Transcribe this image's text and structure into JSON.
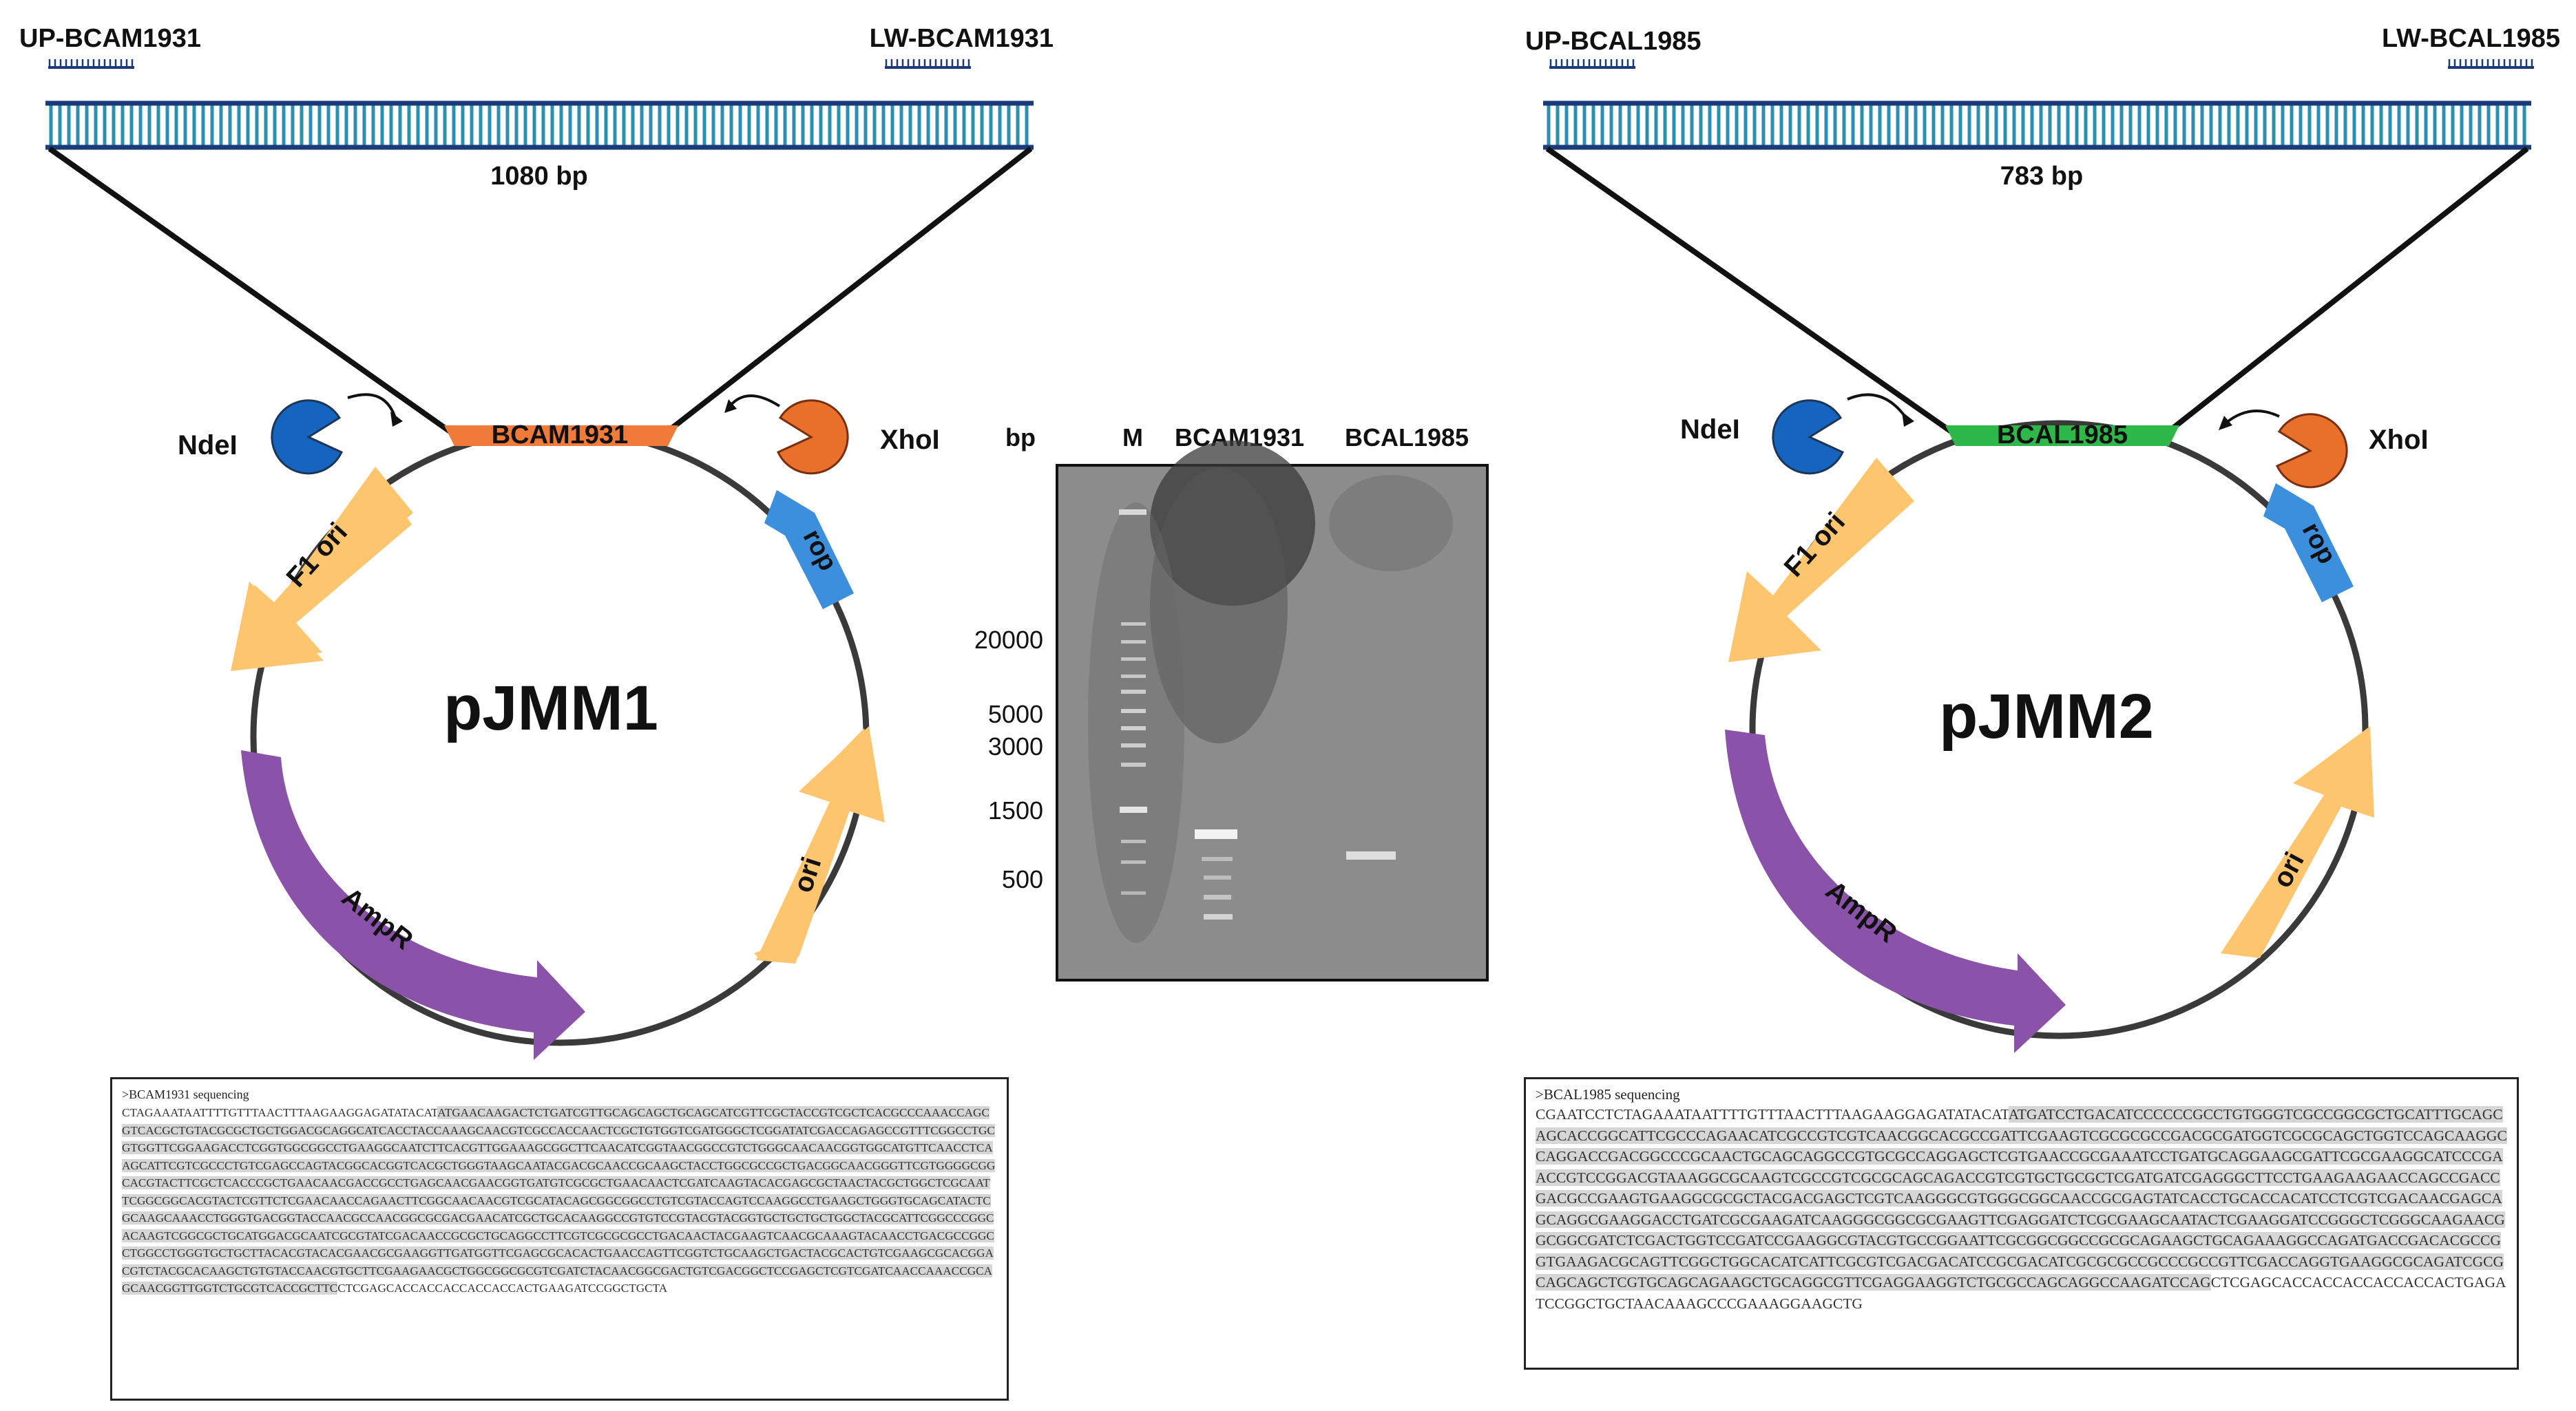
{
  "colors": {
    "dna_strand": "#1a3a7a",
    "dna_rungs": "#2a8fb0",
    "backbone": "#3a3a3a",
    "bcam_insert": "#f07a3a",
    "bcal_insert": "#2fb84a",
    "rop": "#3b8fdc",
    "f1_ori": "#fdc66e",
    "ori": "#fdc66e",
    "ampr": "#8a52a8",
    "ndei_enzyme": "#1565c0",
    "xhoi_enzyme": "#e8702a",
    "gel_background": "#8c8c8c"
  },
  "icons": {
    "ndei": "pacman-enzyme-icon",
    "xhoi": "pacman-enzyme-icon",
    "primer": "primer-icon"
  },
  "left_construct": {
    "primer_up": "UP-BCAM1931",
    "primer_lw": "LW-BCAM1931",
    "amplicon_size": "1080 bp",
    "insert": "BCAM1931",
    "enzyme_left": "NdeI",
    "enzyme_right": "XhoI",
    "plasmid_name": "pJMM1",
    "features": {
      "f1_ori": "F1 ori",
      "rop": "rop",
      "ori": "ori",
      "ampr": "AmpR"
    }
  },
  "right_construct": {
    "primer_up": "UP-BCAL1985",
    "primer_lw": "LW-BCAL1985",
    "amplicon_size": "783 bp",
    "insert": "BCAL1985",
    "enzyme_left": "NdeI",
    "enzyme_right": "XhoI",
    "plasmid_name": "pJMM2",
    "features": {
      "f1_ori": "F1 ori",
      "rop": "rop",
      "ori": "ori",
      "ampr": "AmpR"
    }
  },
  "gel": {
    "size_unit": "bp",
    "lanes": [
      "M",
      "BCAM1931",
      "BCAL1985"
    ],
    "ladder_labels": [
      "20000",
      "5000",
      "3000",
      "1500",
      "500"
    ]
  },
  "seq1": {
    "header": ">BCAM1931 sequencing",
    "pre": "CTAGAAATAATTTTGTTTAACTTTAAGAAGGAGATATACAT",
    "highlight": "ATGAACAAGACTCTGATCGTTGCAGCAGCTGCAGCATCGTTCGCTACCGTCGCTCACGCCCAAACCAGCGTCACGCTGTACGCGCTGCTGGACGCAGGCATCACCTACCAAAGCAACGTCGCCACCAACTCGCTGTGGTCGATGGGCTCGGATATCGACCAGAGCCGTTTCGGCCTGCGTGGTTCGGAAGACCTCGGTGGCGGCCTGAAGGCAATCTTCACGTTGGAAAGCGGCTTCAACATCGGTAACGGCCGTCTGGGCAACAACGGTGGCATGTTCAACCTCAAGCATTCGTCGCCCTGTCGAGCCAGTACGGCACGGTCACGCTGGGTAAGCAATACGACGCAACCGCAAGCTACCTGGCGCCGCTGACGGCAACGGGTTCGTGGGGCGGCACGTACTTCGCTCACCCGCTGAACAACGACCGCCTGAGCAACGAACGGTGATGTCGCGCTGAACAACTCGATCAAGTACACGAGCGCTAACTACGCTGGCTCGCAATTCGGCGGCACGTACTCGTTCTCGAACAACCAGAACTTCGGCAACAACGTCGCATACAGCGGCGGCCTGTCGTACCAGTCCAAGGCCTGAAGCTGGGTGCAGCATACTCGCAAGCAAACCTGGGTGACGGTACCAACGCCAACGGCGCGACGAACATCGCTGCACAAGGCCGTGTCCGTACGTACGGTGCTGCTGCTGGCTACGCATTCGGCCCGGCACAAGTCGGCGCTGCATGGACGCAATCGCGTATCGACAACCGCGCTGCAGGCCTTCGTCGCGCGCCTGACAACTACGAAGTCAACGCAAAGTACAACCTGACGCCGGCCTGGCCTGGGTGCTGCTTACACGTACACGAACGCGAAGGTTGATGGTTCGAGCGCACACTGAACCAGTTCGGTCTGCAAGCTGACTACGCACTGTCGAAGCGCACGGACGTCTACGCACAAGCTGTGTACCAACGTGCTTCGAAGAACGCTGGCGGCGCGTCGATCTACAACGGCGACTGTCGACGGCTCCGAGCTCGTCGATCAACCAAACCGCAGCAACGGTTGGTCTGCGTCACCGCTTC",
    "post": "CTCGAGCACCACCACCACCACCACTGAAGATCCGGCTGCTA"
  },
  "seq2": {
    "header": ">BCAL1985 sequencing",
    "pre": "CGAATCCTCTAGAAATAATTTTGTTTAACTTTAAGAAGGAGATATACAT",
    "highlight": "ATGATCCTGACATCCCCCCGCCTGTGGGTCGCCGGCGCTGCATTTGCAGCAGCACCGGCATTCGCCCAGAACATCGCCGTCGTCAACGGCACGCCGATTCGAAGTCGCGCGCCGACGCGATGGTCGCGCAGCTGGTCCAGCAAGGCCAGGACCGACGGCCCGCAACTGCAGCAGGCCGTGCGCCAGGAGCTCGTGAACCGCGAAATCCTGATGCAGGAAGCGATTCGCGAAGGCATCCCGAACCGTCCGGACGTAAAGGCGCAAGTCGCCGTCGCGCAGCAGACCGTCGTGCTGCGCTCGATGATCGAGGGCTTCCTGAAGAAGAACCAGCCGACCGACGCCGAAGTGAAGGCGCGCTACGACGAGCTCGTCAAGGGCGTGGGCGGCAACCGCGAGTATCACCTGCACCACATCCTCGTCGACAACGAGCAGCAGGCGAAGGACCTGATCGCGAAGATCAAGGGCGGCGCGAAGTTCGAGGATCTCGCGAAGCAATACTCGAAGGATCCGGGCTCGGGCAAGAACGGCGGCGATCTCGACTGGTCCGATCCGAAGGCGTACGTGCCGGAATTCGCGGCGGCCGCGCAGAAGCTGCAGAAAGGCCAGATGACCGACACGCCGGTGAAGACGCAGTTCGGCTGGCACATCATTCGCGTCGACGACATCCGCGACATCGCGCGCCGCCCGCCGTTCGACCAGGTGAAGGCGCAGATCGCGCAGCAGCTCGTGCAGCAGAAGCTGCAGGCGTTCGAGGAAGGTCTGCGCCAGCAGGCCAAGATCCAG",
    "post": "CTCGAGCACCACCACCACCACCACTGAGATCCGGCTGCTAACAAAGCCCGAAAGGAAGCTG"
  }
}
